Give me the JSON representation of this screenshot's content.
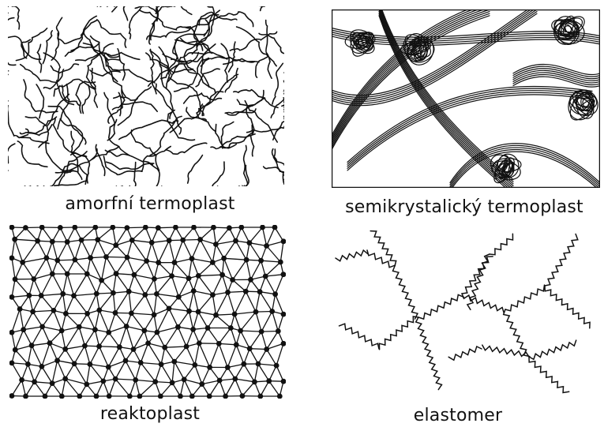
{
  "figure": {
    "panels": [
      {
        "id": "amorphous",
        "label": "amorfní termoplast"
      },
      {
        "id": "semicrystalline",
        "label": "semikrystalický termoplast"
      },
      {
        "id": "thermoset",
        "label": "reaktoplast"
      },
      {
        "id": "elastomer",
        "label": "elastomer"
      }
    ]
  },
  "colors": {
    "ink": "#111111",
    "background": "#ffffff"
  }
}
